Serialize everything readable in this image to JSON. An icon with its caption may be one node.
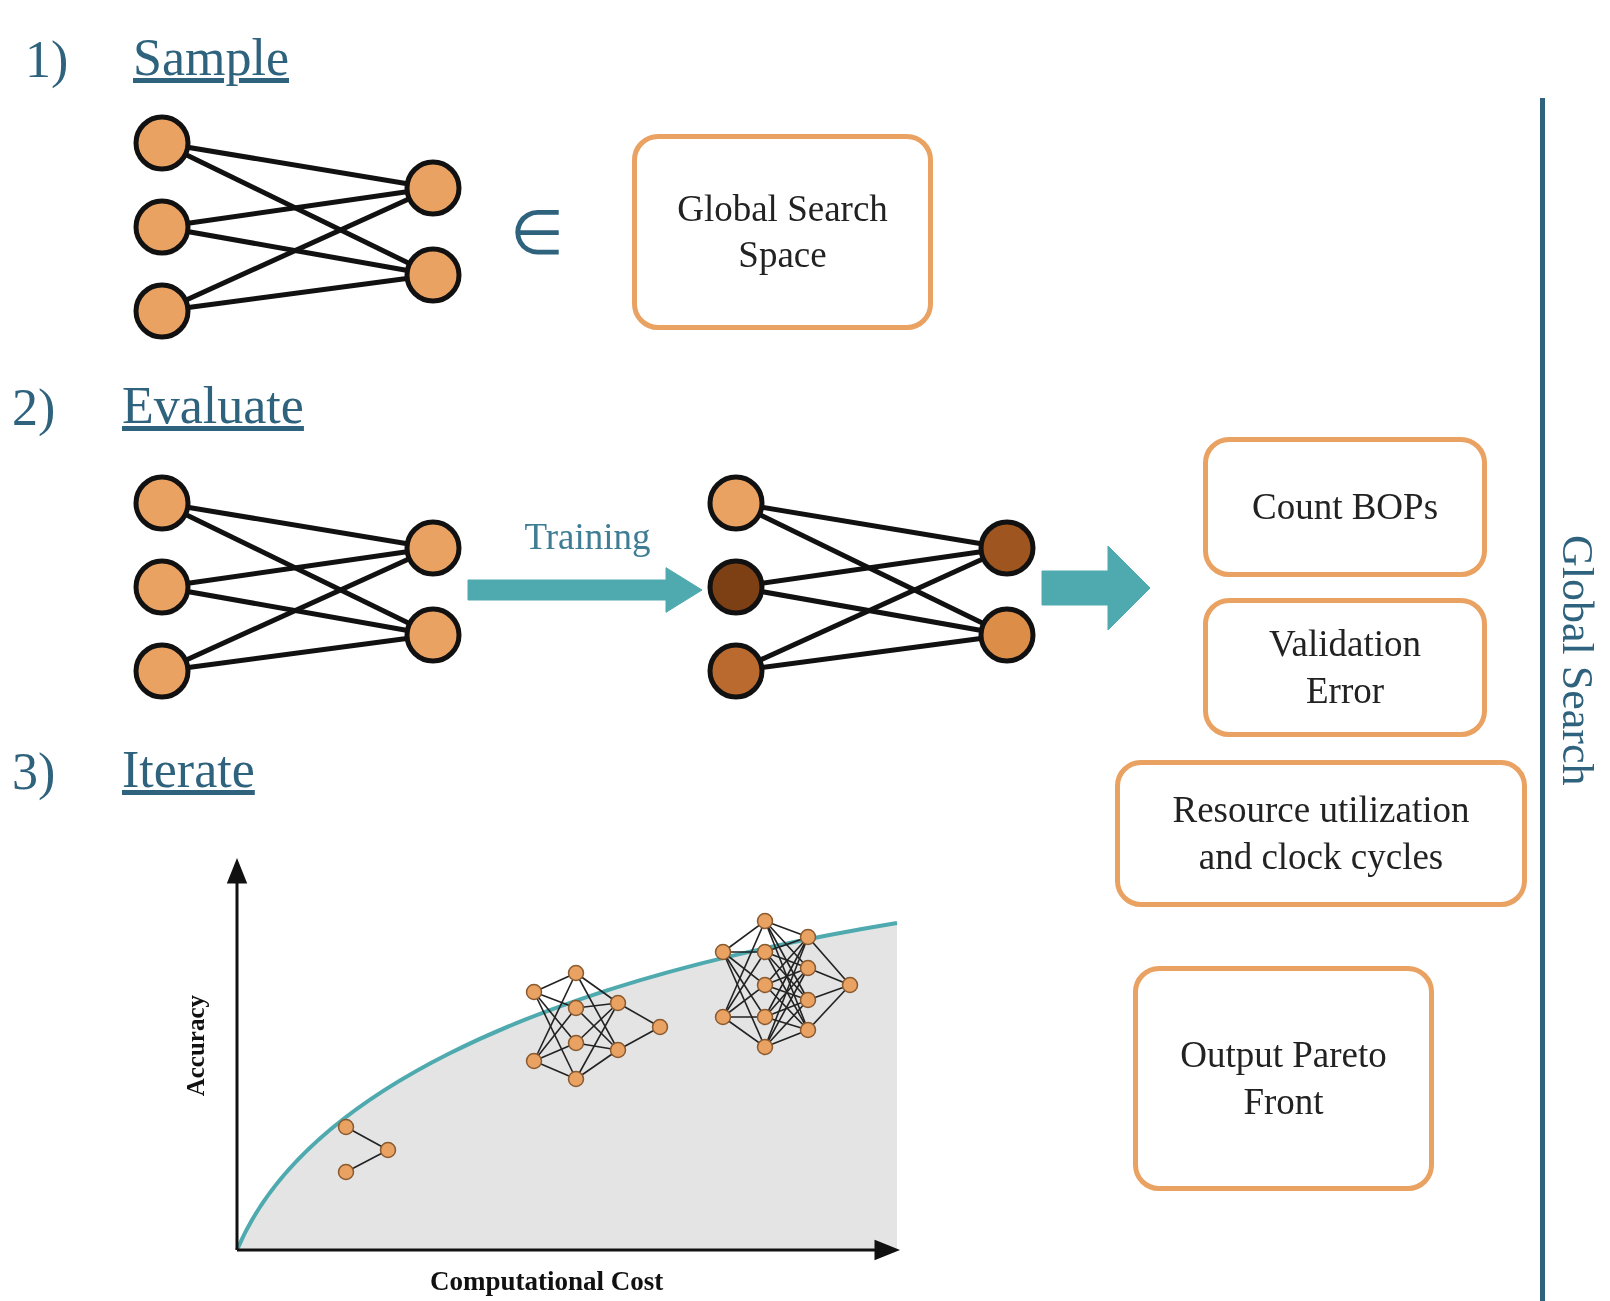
{
  "diagram": {
    "nodes": [
      {
        "text": [],
        "shape": "picture"
      },
      {
        "text": [
          "Global Search Space"
        ]
      },
      {
        "text": [],
        "shape": "picture"
      },
      {
        "text": [],
        "shape": "picture"
      },
      {
        "text": [
          "Count BOPs"
        ]
      },
      {
        "text": [
          "Validation Error"
        ]
      },
      {
        "text": [
          "Resource utilization and clock cycles"
        ]
      },
      {
        "text": [
          "Output Pareto Front"
        ]
      }
    ],
    "edges": [
      {
        "from": 2,
        "to": 3,
        "arrow": "to",
        "label": "Training"
      },
      {
        "from": 3,
        "to": null,
        "arrow": "to"
      }
    ],
    "labels": [
      "1)",
      "Sample",
      "∈",
      "2)",
      "Evaluate",
      "Global Search",
      "3)",
      "Iterate",
      "Accuracy",
      "Computational Cost"
    ]
  }
}
